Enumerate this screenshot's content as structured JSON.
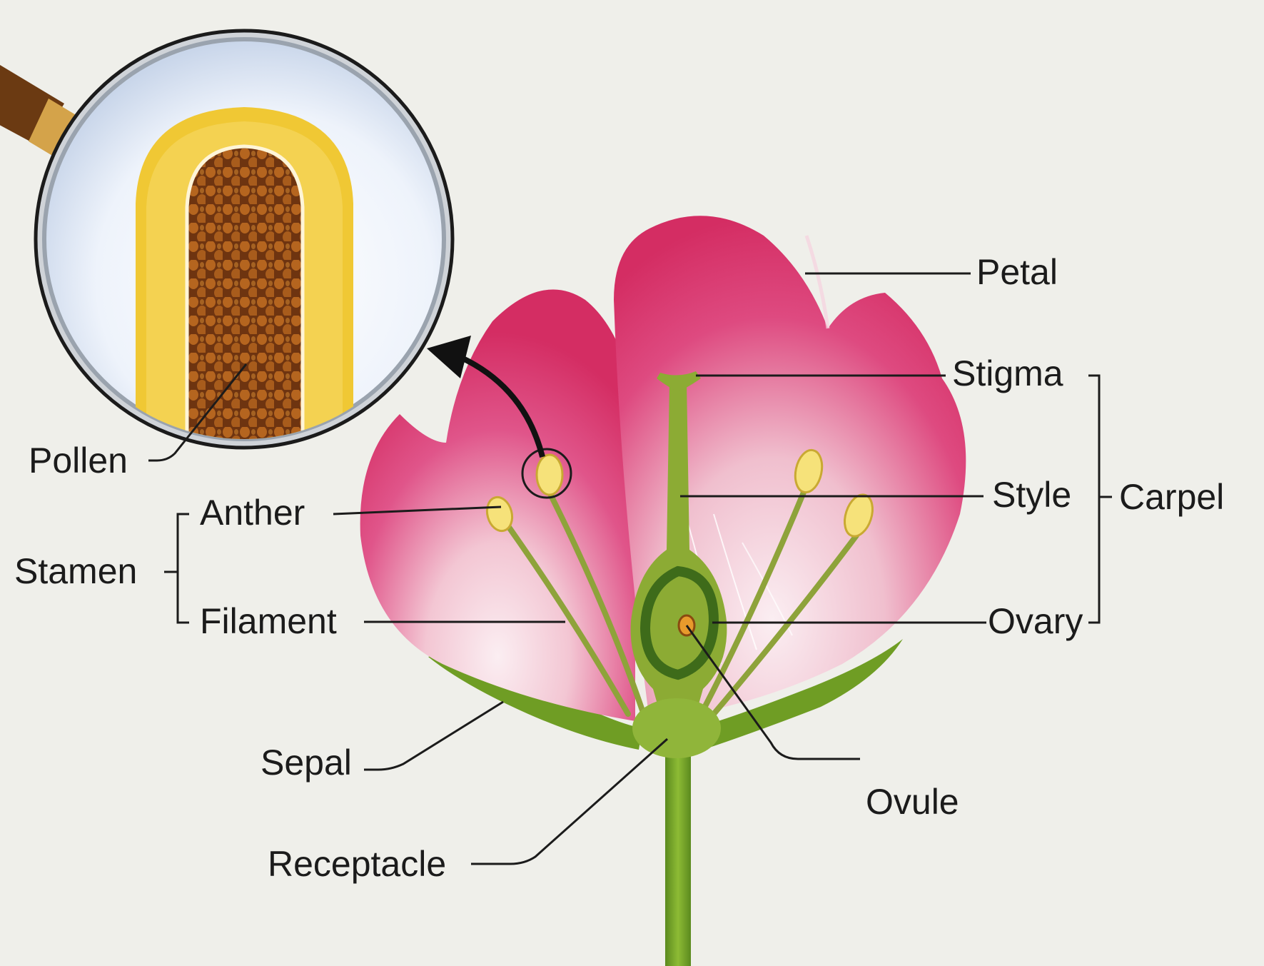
{
  "labels": {
    "petal": "Petal",
    "stigma": "Stigma",
    "style": "Style",
    "carpel": "Carpel",
    "ovary": "Ovary",
    "ovule": "Ovule",
    "pollen": "Pollen",
    "anther": "Anther",
    "stamen": "Stamen",
    "filament": "Filament",
    "sepal": "Sepal",
    "receptacle": "Receptacle"
  },
  "colors": {
    "background": "#efefea",
    "petal": "#d42d63",
    "petal_light": "#f6dbe3",
    "stem": "#7daa2c",
    "stem_dark": "#5b8a1e",
    "anther": "#f6e27a",
    "pollen": "#a85c1c",
    "anther_wall": "#f0c834",
    "label_line": "#1b1b1b"
  },
  "icons": {
    "magnifier": "magnifying-glass-icon",
    "arrow": "curved-arrow-icon"
  }
}
